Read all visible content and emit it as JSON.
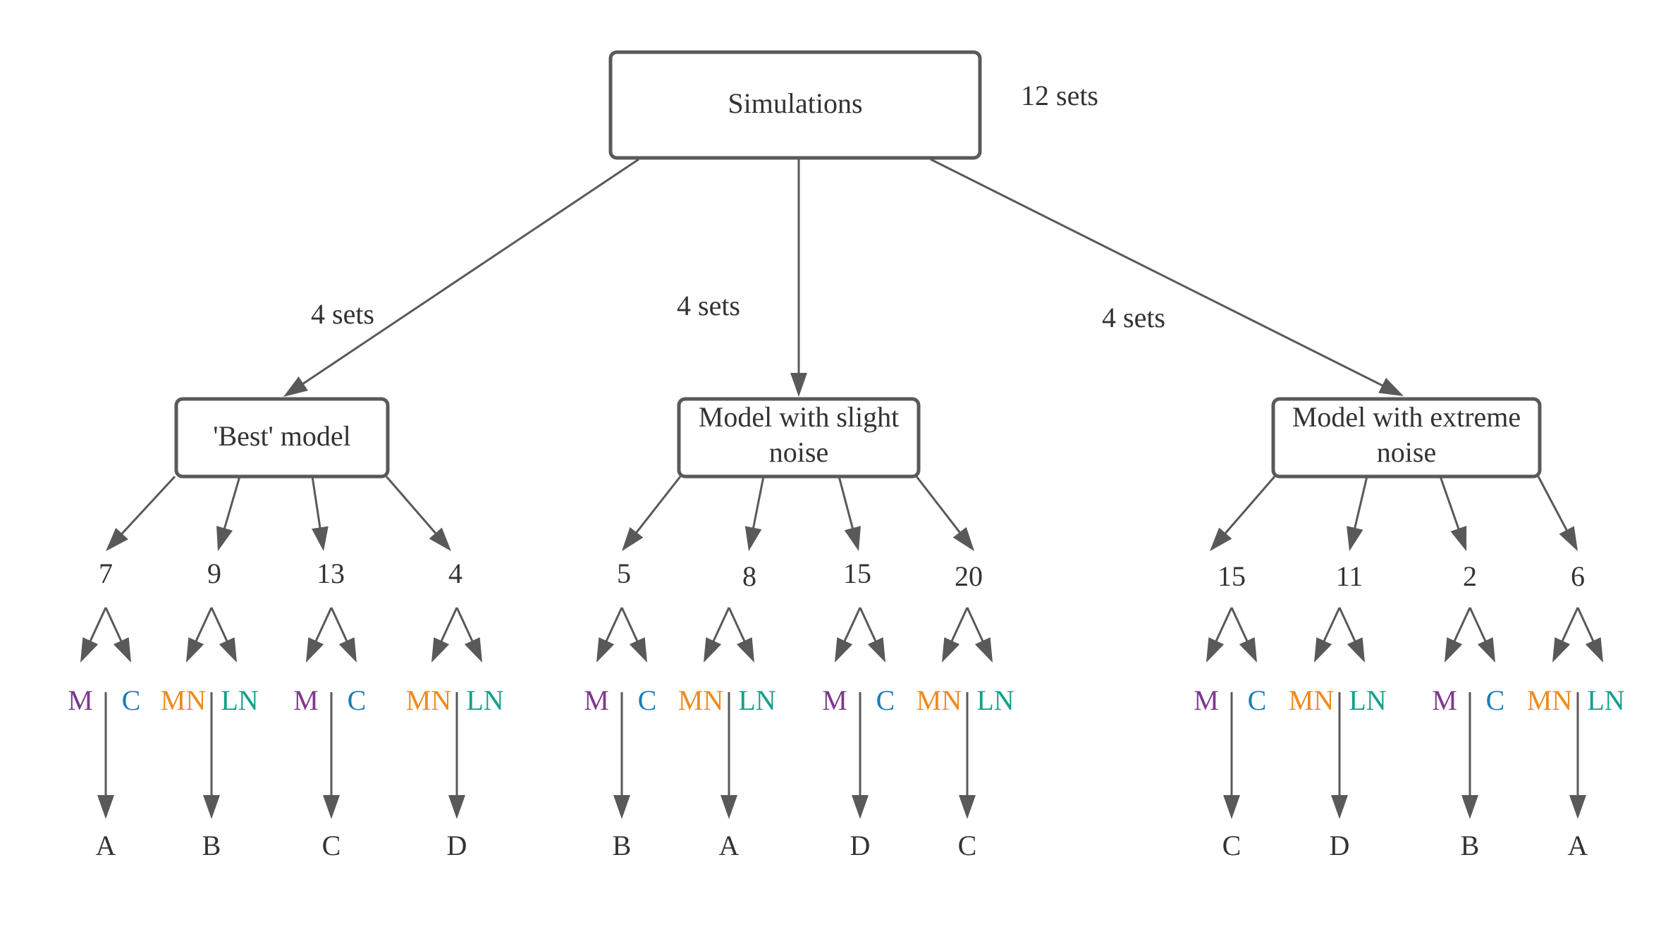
{
  "colors": {
    "line": "#595959",
    "text": "#333333",
    "M": "#7B3A8C",
    "C": "#1A7DB5",
    "MN": "#EE8A1F",
    "LN": "#13A08A"
  },
  "root": {
    "label": "Simulations",
    "count_label": "12 sets"
  },
  "models": [
    {
      "label_lines": [
        "'Best' model"
      ],
      "edge_label": "4 sets",
      "branches": [
        {
          "count": "7",
          "codes": [
            "M",
            "C"
          ],
          "result": "A"
        },
        {
          "count": "9",
          "codes": [
            "MN",
            "LN"
          ],
          "result": "B"
        },
        {
          "count": "13",
          "codes": [
            "M",
            "C"
          ],
          "result": "C"
        },
        {
          "count": "4",
          "codes": [
            "MN",
            "LN"
          ],
          "result": "D"
        }
      ]
    },
    {
      "label_lines": [
        "Model with slight",
        "noise"
      ],
      "edge_label": "4 sets",
      "branches": [
        {
          "count": "5",
          "codes": [
            "M",
            "C"
          ],
          "result": "B"
        },
        {
          "count": "8",
          "codes": [
            "MN",
            "LN"
          ],
          "result": "A"
        },
        {
          "count": "15",
          "codes": [
            "M",
            "C"
          ],
          "result": "D"
        },
        {
          "count": "20",
          "codes": [
            "MN",
            "LN"
          ],
          "result": "C"
        }
      ]
    },
    {
      "label_lines": [
        "Model with extreme",
        "noise"
      ],
      "edge_label": "4 sets",
      "branches": [
        {
          "count": "15",
          "codes": [
            "M",
            "C"
          ],
          "result": "C"
        },
        {
          "count": "11",
          "codes": [
            "MN",
            "LN"
          ],
          "result": "D"
        },
        {
          "count": "2",
          "codes": [
            "M",
            "C"
          ],
          "result": "B"
        },
        {
          "count": "6",
          "codes": [
            "MN",
            "LN"
          ],
          "result": "A"
        }
      ]
    }
  ]
}
